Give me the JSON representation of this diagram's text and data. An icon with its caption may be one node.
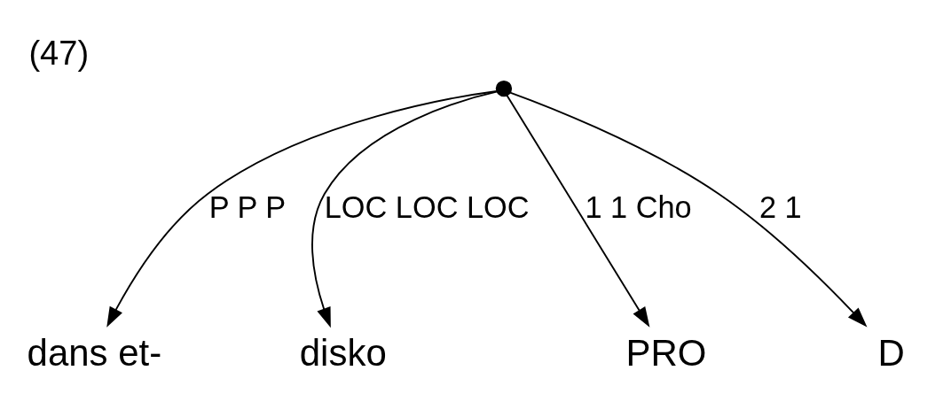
{
  "diagram": {
    "title": "(47)",
    "nodes": [
      {
        "text": [],
        "shape": "point"
      },
      {
        "text": [
          "dans et-"
        ]
      },
      {
        "text": [
          "disko"
        ]
      },
      {
        "text": [
          "PRO"
        ]
      },
      {
        "text": [
          "D"
        ]
      }
    ],
    "edges": [
      {
        "from": 0,
        "to": 1,
        "arrow": "to",
        "label": "P P P"
      },
      {
        "from": 0,
        "to": 2,
        "arrow": "to",
        "label": "LOC LOC LOC"
      },
      {
        "from": 0,
        "to": 3,
        "arrow": "to",
        "label": "1 1 Cho"
      },
      {
        "from": 0,
        "to": 4,
        "arrow": "to",
        "label": "2 1"
      }
    ]
  }
}
